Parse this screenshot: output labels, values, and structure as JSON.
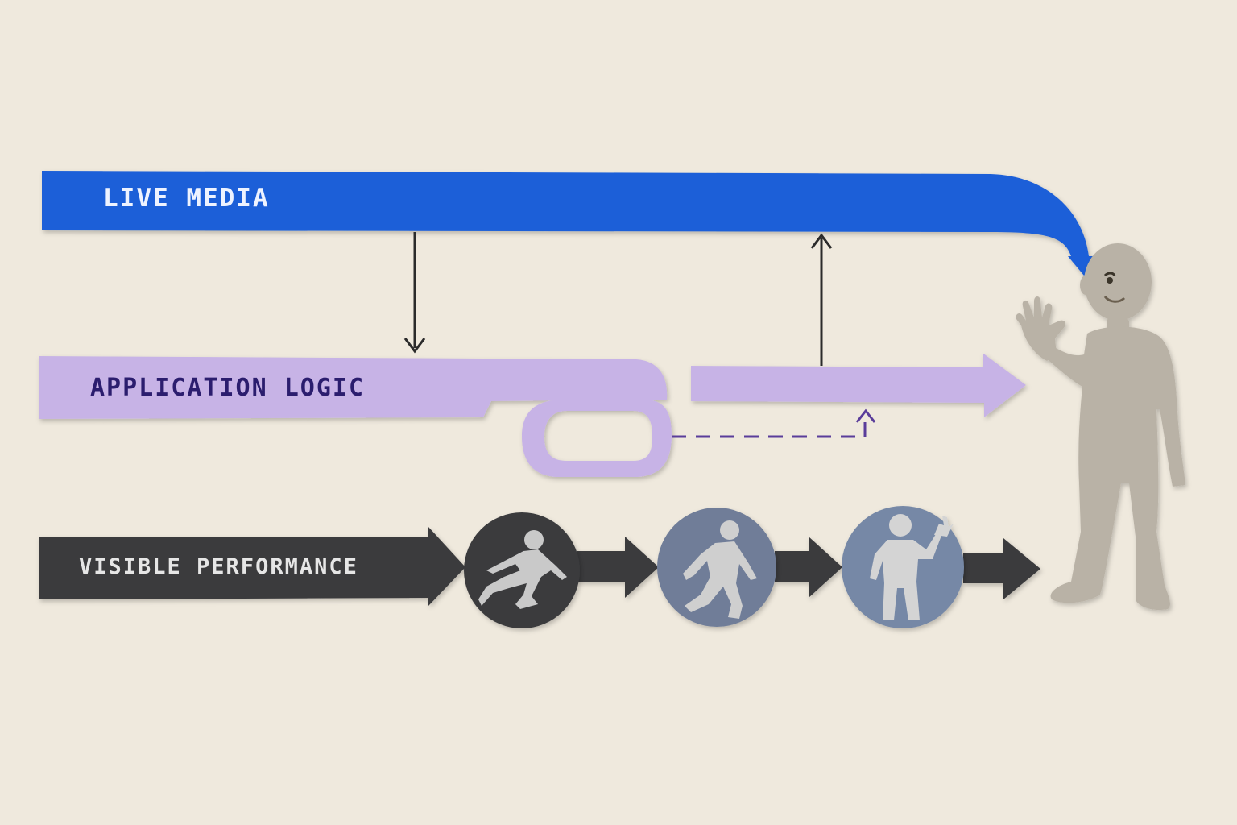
{
  "lanes": {
    "live_media": {
      "label": "LIVE MEDIA",
      "color": "#1b5fd8"
    },
    "application_logic": {
      "label": "APPLICATION LOGIC",
      "color": "#c7b3e6",
      "text_color": "#2b1d6e"
    },
    "visible_performance": {
      "label": "VISIBLE PERFORMANCE",
      "color": "#3a3b3e"
    }
  },
  "stages": [
    {
      "pose": "crouching-figure-icon",
      "color": "#3a3b3e"
    },
    {
      "pose": "walking-figure-icon",
      "color": "#6f7d98"
    },
    {
      "pose": "waving-figure-icon",
      "color": "#7688a6"
    }
  ],
  "colors": {
    "background": "#efe9dd",
    "connector": "#2b2b2b",
    "dashed": "#5a3d9a",
    "avatar": "#b9b2a6"
  },
  "icons": [
    "down-arrow-icon",
    "up-arrow-icon",
    "dashed-arrow-icon",
    "waving-avatar-icon"
  ]
}
